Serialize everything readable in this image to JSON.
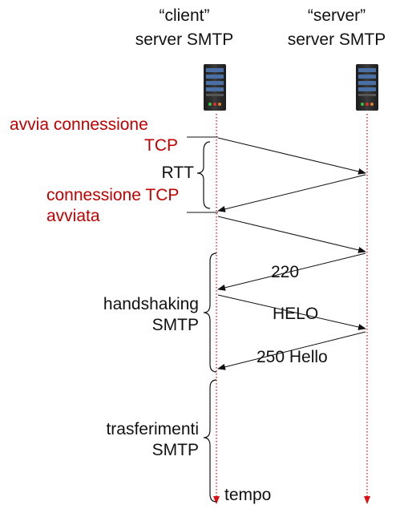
{
  "endpoints": {
    "client": {
      "line1": "“client”",
      "line2": "server SMTP",
      "icon": "server-icon"
    },
    "server": {
      "line1": "“server”",
      "line2": "server SMTP",
      "icon": "server-icon"
    }
  },
  "labels": {
    "start_line1": "avvia connessione",
    "start_line2": "TCP",
    "rtt": "RTT",
    "established_line1": "connessione TCP",
    "established_line2": "avviata",
    "handshake_line1": "handshaking",
    "handshake_line2": "SMTP",
    "transfer_line1": "trasferimenti",
    "transfer_line2": "SMTP",
    "time": "tempo"
  },
  "messages": {
    "m220": "220",
    "helo": "HELO",
    "m250": "250 Hello"
  },
  "colors": {
    "accent_red": "#c00000",
    "text": "#111111"
  }
}
